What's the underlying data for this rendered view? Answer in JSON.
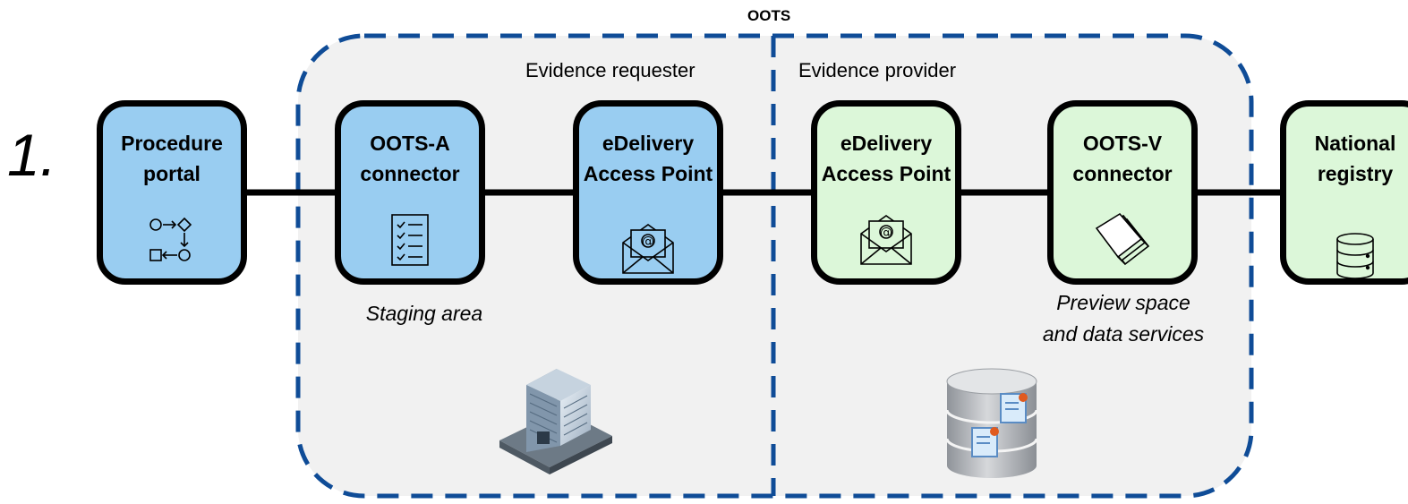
{
  "step_number": "1.",
  "group": {
    "title": "OOTS",
    "sections": [
      {
        "label": "Evidence requester"
      },
      {
        "label": "Evidence provider"
      }
    ]
  },
  "nodes": [
    {
      "id": "procedure-portal",
      "lines": [
        "Procedure",
        "portal"
      ],
      "color": "#99cdf1",
      "icon": "workflow-icon"
    },
    {
      "id": "oots-a-connector",
      "lines": [
        "OOTS-A",
        "connector"
      ],
      "color": "#99cdf1",
      "icon": "checklist-icon"
    },
    {
      "id": "edelivery-requester",
      "lines": [
        "eDelivery",
        "Access Point"
      ],
      "color": "#99cdf1",
      "icon": "email-envelope-icon"
    },
    {
      "id": "edelivery-provider",
      "lines": [
        "eDelivery",
        "Access Point"
      ],
      "color": "#dcf7d9",
      "icon": "email-envelope-icon"
    },
    {
      "id": "oots-v-connector",
      "lines": [
        "OOTS-V",
        "connector"
      ],
      "color": "#dcf7d9",
      "icon": "documents-stack-icon"
    },
    {
      "id": "national-registry",
      "lines": [
        "National",
        "registry"
      ],
      "color": "#dcf7d9",
      "icon": "database-icon"
    }
  ],
  "captions": {
    "staging": "Staging area",
    "preview_line1": "Preview space",
    "preview_line2": "and data services"
  },
  "colors": {
    "requester_fill": "#99cdf1",
    "provider_fill": "#dcf7d9",
    "group_border": "#0f4c97",
    "group_fill": "#f1f1f1"
  }
}
